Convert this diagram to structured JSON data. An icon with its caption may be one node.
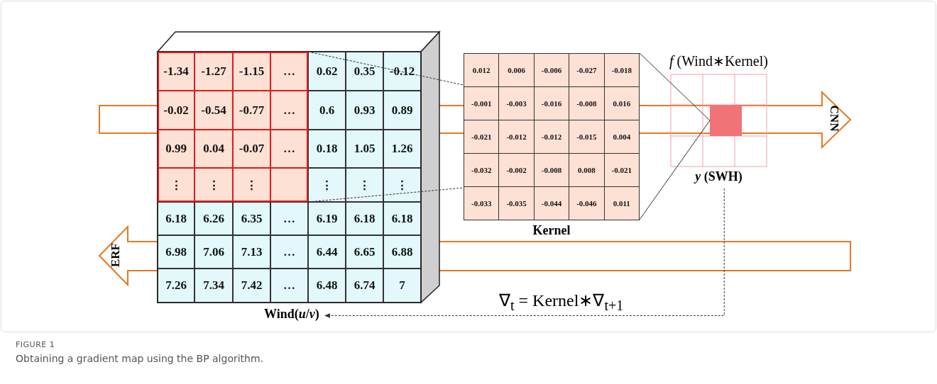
{
  "diagram": {
    "caption": "Obtaining a gradient map using the BP algorithm.",
    "nodes": [
      {
        "text": [],
        "shape": "box",
        "beside": [
          "Wind(*u*/*v*)"
        ]
      },
      {
        "text": [],
        "shape": "box",
        "in": 0
      },
      {
        "text": [
          "Kernel"
        ]
      },
      {
        "text": [
          "*f* (Wind∗Kernel)",
          "*y* (SWH)"
        ]
      },
      {
        "text": [],
        "shape": "box",
        "in": 3
      }
    ],
    "edges": [
      {
        "from": 1,
        "to": 2,
        "arrow": "none",
        "style": "dashed"
      },
      {
        "from": 2,
        "to": 4,
        "arrow": "none"
      },
      {
        "from": 3,
        "to": 0,
        "arrow": "to",
        "style": "dashed",
        "label": "∇$_{t}$ = Kernel∗∇$_{t+1}$"
      }
    ],
    "labels": [
      "-1.34",
      "-1.27",
      "-1.15",
      "…",
      "0.62",
      "0.35",
      "-0.12",
      "-0.02",
      "-0.54",
      "-0.77",
      "…",
      "0.6",
      "0.93",
      "0.89",
      "0.99",
      "0.04",
      "-0.07",
      "…",
      "0.18",
      "1.05",
      "1.26",
      "⋮",
      "⋮",
      "⋮",
      "⋮",
      "⋮",
      "⋮",
      "6.18",
      "6.26",
      "6.35",
      "…",
      "6.19",
      "6.18",
      "6.18",
      "6.98",
      "7.06",
      "7.13",
      "…",
      "6.44",
      "6.65",
      "6.88",
      "7.26",
      "7.34",
      "7.42",
      "…",
      "6.48",
      "6.74",
      "7",
      "0.012",
      "0.006",
      "-0.006",
      "-0.027",
      "-0.018",
      "-0.001",
      "-0.003",
      "-0.016",
      "-0.008",
      "0.016",
      "-0.021",
      "-0.012",
      "-0.012",
      "-0.015",
      "0.004",
      "-0.032",
      "-0.002",
      "-0.008",
      "0.008",
      "-0.021",
      "-0.033",
      "-0.035",
      "-0.044",
      "-0.046",
      "0.011",
      "CNN",
      "ERF",
      "FIGURE 1"
    ]
  }
}
